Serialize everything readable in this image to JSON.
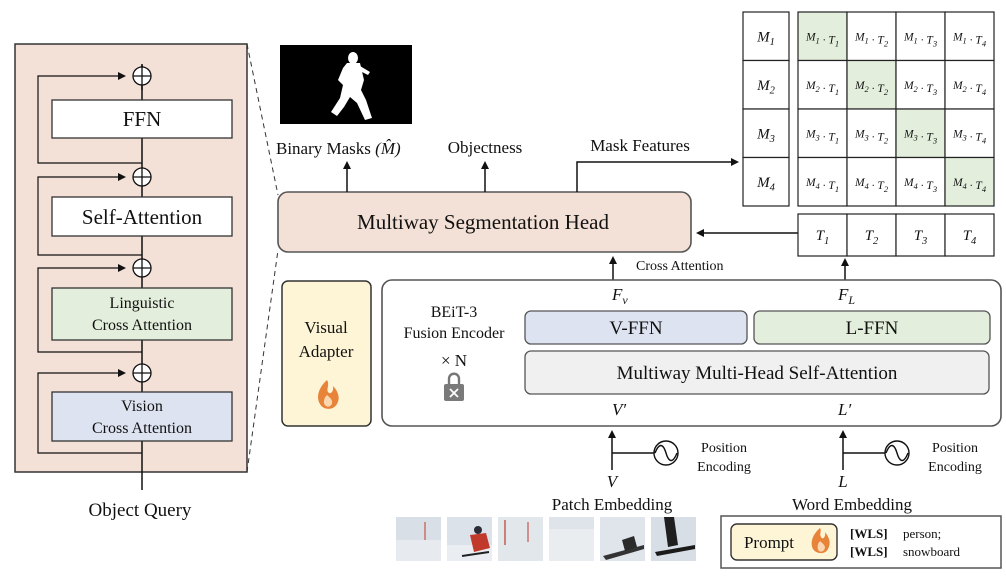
{
  "decoder": {
    "ffn": "FFN",
    "self_attention": "Self-Attention",
    "linguistic_line1": "Linguistic",
    "linguistic_line2": "Cross Attention",
    "vision_line1": "Vision",
    "vision_line2": "Cross Attention",
    "input_label": "Object Query"
  },
  "head": {
    "title": "Multiway Segmentation Head",
    "out_binary": "Binary Masks",
    "out_binary_symbol": "(M̂)",
    "out_objectness": "Objectness",
    "out_mask_features": "Mask Features",
    "cross_attention_label": "Cross Attention"
  },
  "mask_matrix": {
    "rows": [
      "M1",
      "M2",
      "M3",
      "M4"
    ],
    "cols": [
      "T1",
      "T2",
      "T3",
      "T4"
    ],
    "text_tokens": [
      "T1",
      "T2",
      "T3",
      "T4"
    ],
    "diag_color": "#e3eedc"
  },
  "encoder": {
    "name_line1": "BEiT-3",
    "name_line2": "Fusion Encoder",
    "repeat": "× N",
    "lock_icon": "lock-icon",
    "fv": "F",
    "fv_sub": "v",
    "fl": "F",
    "fl_sub": "L",
    "vffn": "V-FFN",
    "lffn": "L-FFN",
    "mhsa": "Multiway Multi-Head Self-Attention",
    "v_prime": "V′",
    "l_prime": "L′"
  },
  "adapter": {
    "line1": "Visual",
    "line2": "Adapter",
    "icon": "flame-icon"
  },
  "inputs": {
    "v": "V",
    "l": "L",
    "pos_enc_line1": "Position",
    "pos_enc_line2": "Encoding",
    "patch_embedding": "Patch Embedding",
    "word_embedding": "Word Embedding",
    "prompt": "Prompt",
    "wls1_tag": "[WLS]",
    "wls1_text": "person;",
    "wls2_tag": "[WLS]",
    "wls2_text": "snowboard"
  },
  "colors": {
    "decoder_bg": "#f3e0d6",
    "head_bg": "#f3e0d6",
    "linguistic_bg": "#e3eedc",
    "vision_bg": "#dde3f0",
    "vffn_bg": "#dde3f0",
    "lffn_bg": "#e3eedc",
    "mhsa_bg": "#f0f0f0",
    "adapter_bg": "#fdf5d6",
    "prompt_bg": "#fdf5d6"
  }
}
